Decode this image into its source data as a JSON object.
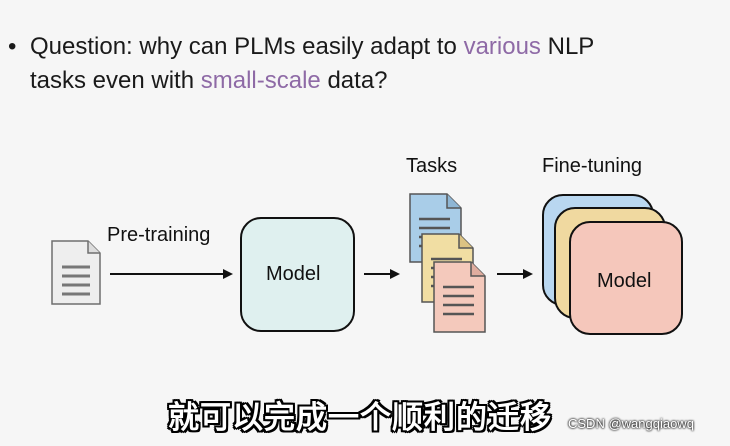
{
  "question": {
    "bullet": "•",
    "line1_prefix": "Question: why can PLMs easily adapt to ",
    "line1_highlight": "various",
    "line1_suffix": " NLP",
    "line2_prefix": "tasks even with ",
    "line2_highlight": "small-scale",
    "line2_suffix": " data?"
  },
  "diagram": {
    "pretraining_label": "Pre-training",
    "model_label": "Model",
    "tasks_label": "Tasks",
    "finetuning_label": "Fine-tuning",
    "finetuned_model_label": "Model"
  },
  "subtitle": "就可以完成一个顺利的迁移",
  "watermark": "CSDN @wangqiaowq",
  "colors": {
    "highlight": "#8e6aa6",
    "model_box": "#dff0ef",
    "task_blue": "#a9cde8",
    "task_yellow": "#f1dea3",
    "task_pink": "#f4c9bc",
    "finetune_blue": "#b9d7f0",
    "finetune_yellow": "#f0d9a0",
    "finetune_pink": "#f5c7bb",
    "document": "#eeeeee"
  }
}
